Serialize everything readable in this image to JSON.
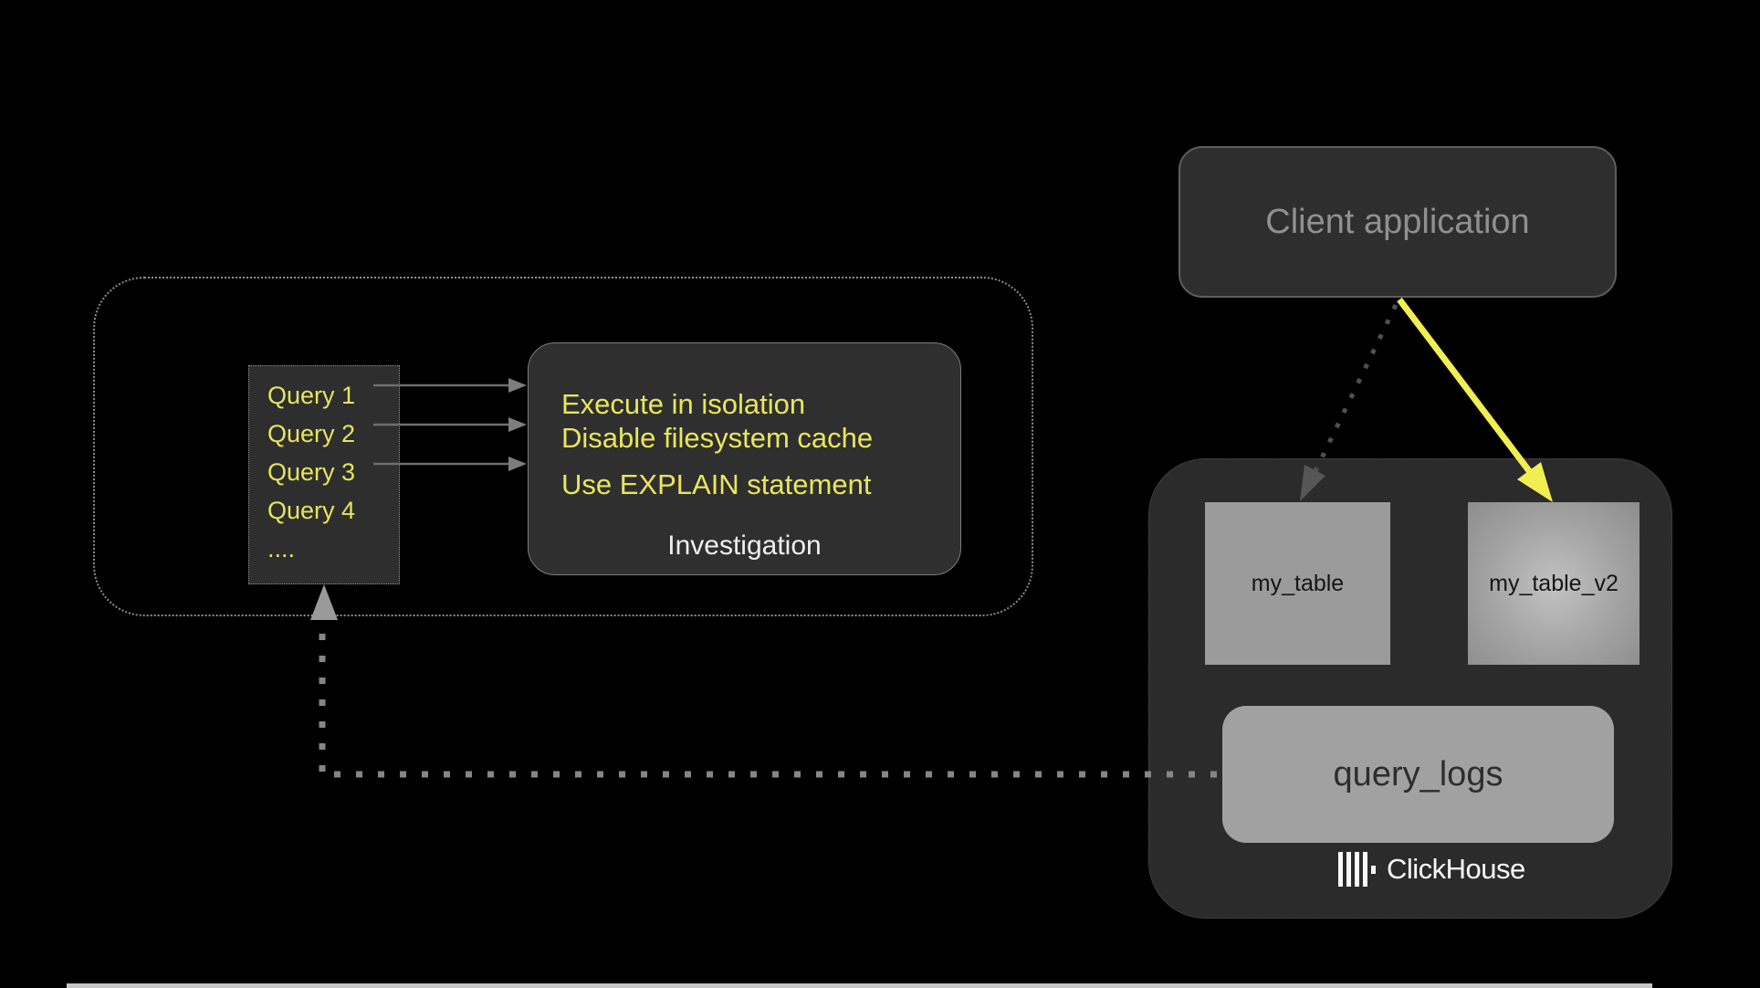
{
  "queries": {
    "items": [
      "Query 1",
      "Query 2",
      "Query 3",
      "Query 4",
      "...."
    ]
  },
  "investigation": {
    "tips": [
      "Execute in isolation",
      "Disable filesystem cache",
      "Use EXPLAIN statement"
    ],
    "label": "Investigation"
  },
  "client": {
    "label": "Client application"
  },
  "clickhouse": {
    "tables": [
      "my_table",
      "my_table_v2"
    ],
    "logs_label": "query_logs",
    "brand": "ClickHouse"
  },
  "colors": {
    "accent_yellow_text": "#e9e65c",
    "arrow_yellow": "#f1ee52",
    "dark_box": "#2e2e2e",
    "gray_box": "#9b9b9b",
    "background": "#000000"
  }
}
